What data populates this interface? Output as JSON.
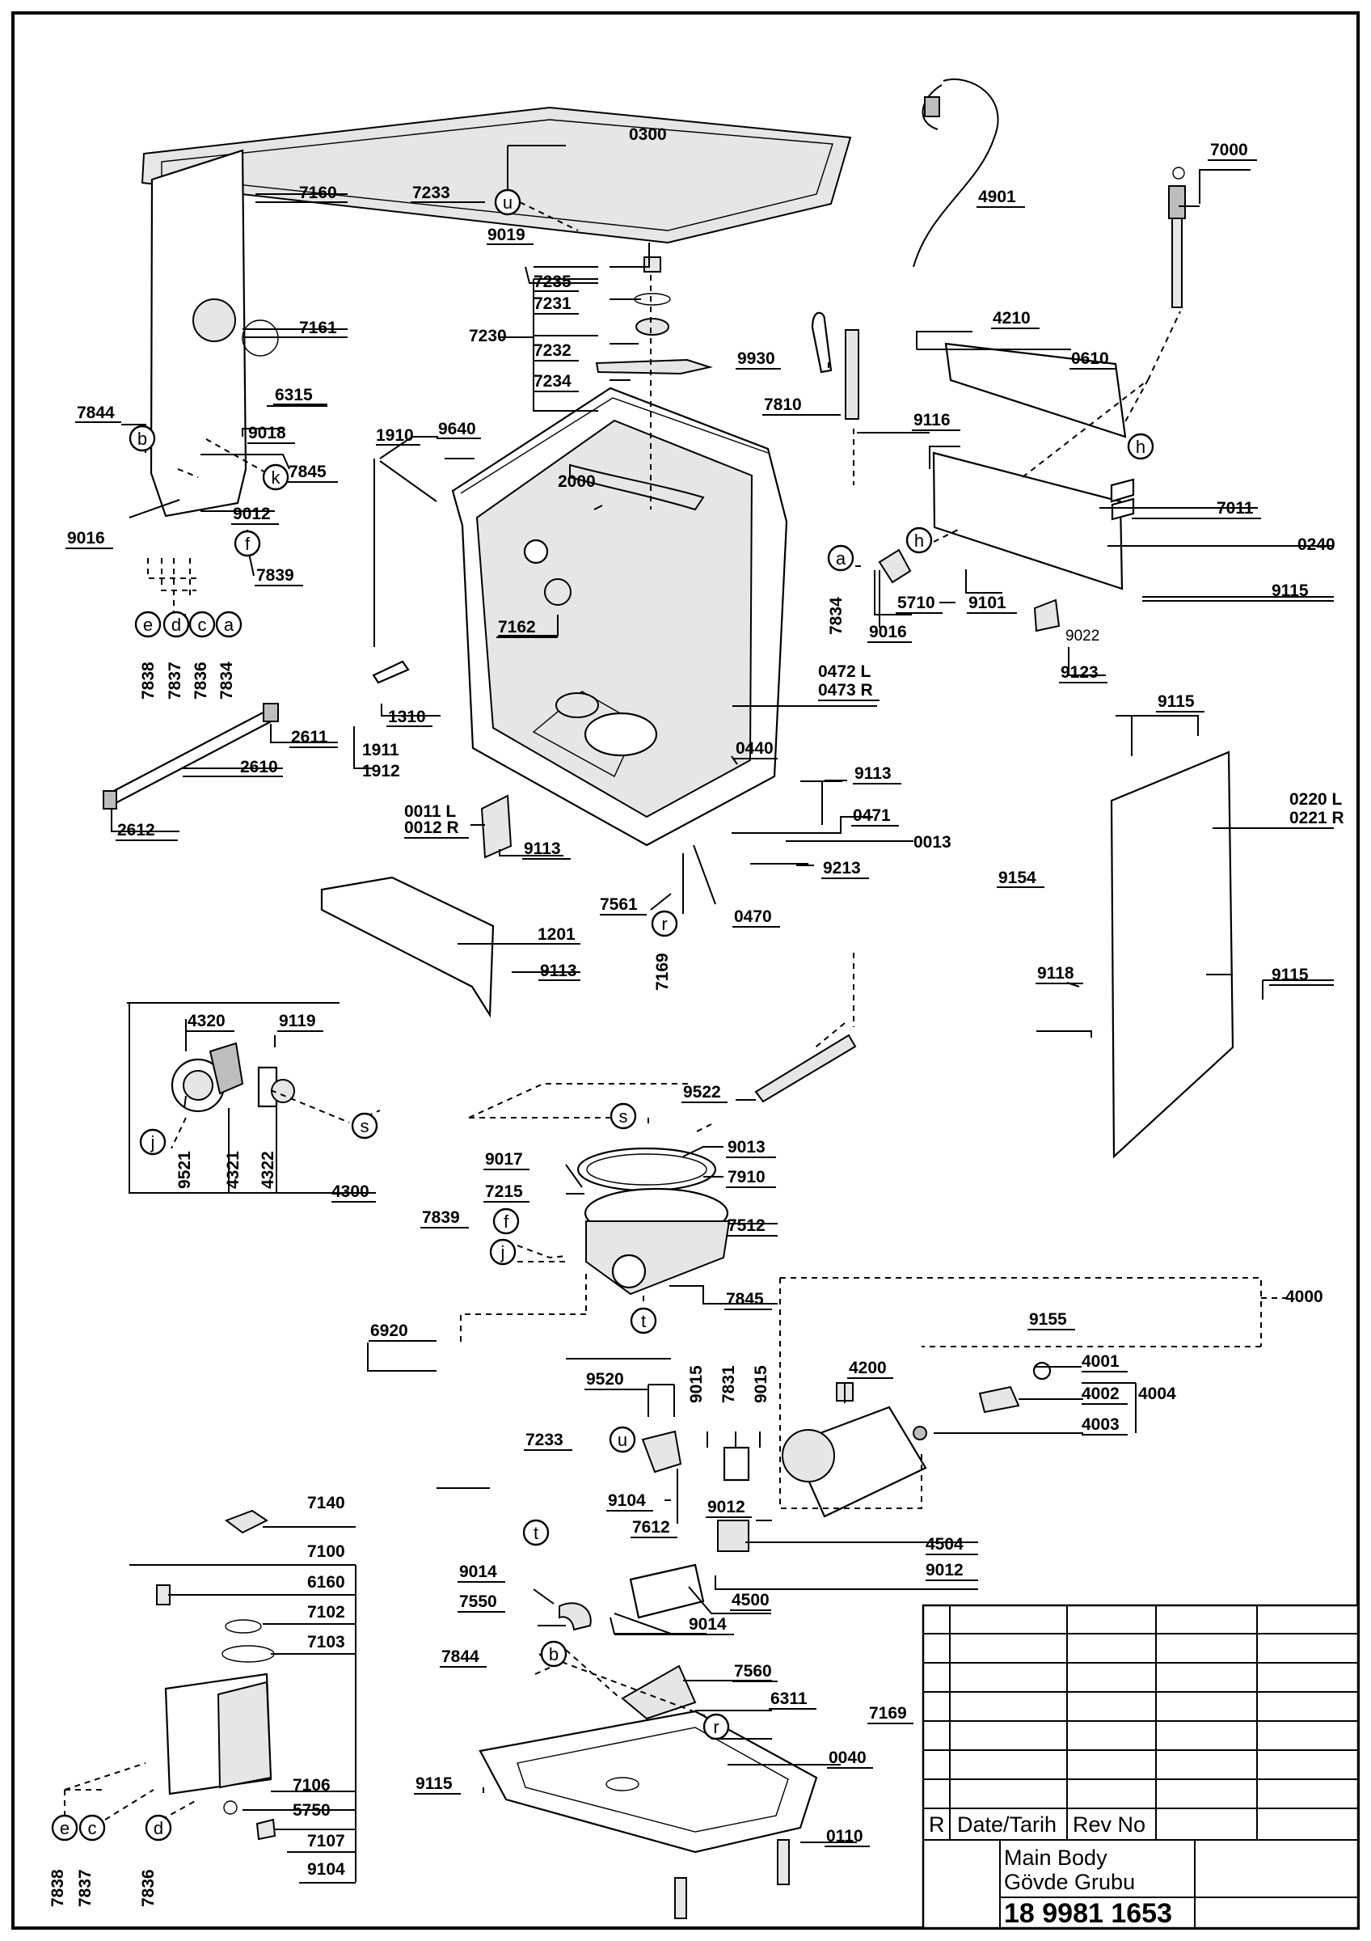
{
  "drawing": {
    "part_labels": [
      "0300",
      "7233",
      "9019",
      "7235",
      "7231",
      "7230",
      "7232",
      "7234",
      "4901",
      "7000",
      "7160",
      "7161",
      "6315",
      "7844",
      "9018",
      "7845",
      "9016",
      "9012",
      "7839",
      "7838",
      "7837",
      "7836",
      "7834",
      "1910",
      "9640",
      "2000",
      "7162",
      "1310",
      "1911",
      "1912",
      "2611",
      "2610",
      "2612",
      "0011 L",
      "0012 R",
      "9113",
      "9930",
      "7810",
      "4210",
      "0610",
      "9116",
      "7011",
      "0240",
      "5710",
      "9101",
      "9115",
      "9022",
      "9123",
      "0472 L",
      "0473 R",
      "0440",
      "0471",
      "0013",
      "9213",
      "7561",
      "0470",
      "7169",
      "0220 L",
      "0221 R",
      "9154",
      "9118",
      "1201",
      "4320",
      "9119",
      "9521",
      "4321",
      "4322",
      "4300",
      "9522",
      "9017",
      "9013",
      "7910",
      "7215",
      "7512",
      "6920",
      "4000",
      "9155",
      "4001",
      "4002",
      "4004",
      "4003",
      "4200",
      "9520",
      "9015",
      "7831",
      "9104",
      "7612",
      "4504",
      "9014",
      "7550",
      "4500",
      "7140",
      "7100",
      "6160",
      "7102",
      "7103",
      "7106",
      "5750",
      "7107",
      "7560",
      "6311",
      "0040",
      "0110"
    ],
    "callouts": [
      "u",
      "b",
      "k",
      "f",
      "e",
      "d",
      "c",
      "a",
      "h",
      "r",
      "s",
      "j",
      "t"
    ]
  },
  "title_block": {
    "revision_col": "R",
    "date_col": "Date/Tarih",
    "rev_col": "Rev No",
    "title_line1": "Main Body",
    "title_line2": "Gövde Grubu",
    "drawing_number": "18 9981 1653"
  }
}
